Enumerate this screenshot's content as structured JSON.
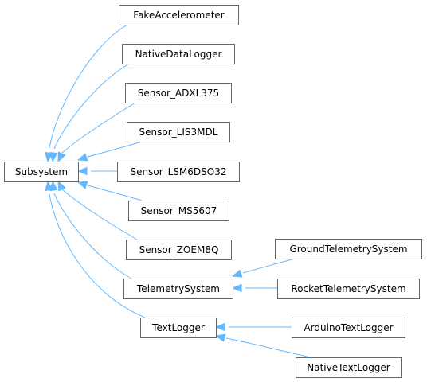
{
  "diagram": {
    "type": "class-inheritance-graph",
    "edge_color": "#63b8ff",
    "node_border_color": "#666666",
    "nodes": [
      {
        "id": "subsystem",
        "label": "Subsystem"
      },
      {
        "id": "fake_accel",
        "label": "FakeAccelerometer"
      },
      {
        "id": "native_datalogger",
        "label": "NativeDataLogger"
      },
      {
        "id": "adxl375",
        "label": "Sensor_ADXL375"
      },
      {
        "id": "lis3mdl",
        "label": "Sensor_LIS3MDL"
      },
      {
        "id": "lsm6dso32",
        "label": "Sensor_LSM6DSO32"
      },
      {
        "id": "ms5607",
        "label": "Sensor_MS5607"
      },
      {
        "id": "zoem8q",
        "label": "Sensor_ZOEM8Q"
      },
      {
        "id": "telemetry_system",
        "label": "TelemetrySystem"
      },
      {
        "id": "text_logger",
        "label": "TextLogger"
      },
      {
        "id": "ground_telemetry",
        "label": "GroundTelemetrySystem"
      },
      {
        "id": "rocket_telemetry",
        "label": "RocketTelemetrySystem"
      },
      {
        "id": "arduino_text_logger",
        "label": "ArduinoTextLogger"
      },
      {
        "id": "native_text_logger",
        "label": "NativeTextLogger"
      }
    ],
    "edges": [
      {
        "from": "fake_accel",
        "to": "subsystem"
      },
      {
        "from": "native_datalogger",
        "to": "subsystem"
      },
      {
        "from": "adxl375",
        "to": "subsystem"
      },
      {
        "from": "lis3mdl",
        "to": "subsystem"
      },
      {
        "from": "lsm6dso32",
        "to": "subsystem"
      },
      {
        "from": "ms5607",
        "to": "subsystem"
      },
      {
        "from": "zoem8q",
        "to": "subsystem"
      },
      {
        "from": "telemetry_system",
        "to": "subsystem"
      },
      {
        "from": "text_logger",
        "to": "subsystem"
      },
      {
        "from": "ground_telemetry",
        "to": "telemetry_system"
      },
      {
        "from": "rocket_telemetry",
        "to": "telemetry_system"
      },
      {
        "from": "arduino_text_logger",
        "to": "text_logger"
      },
      {
        "from": "native_text_logger",
        "to": "text_logger"
      }
    ]
  }
}
